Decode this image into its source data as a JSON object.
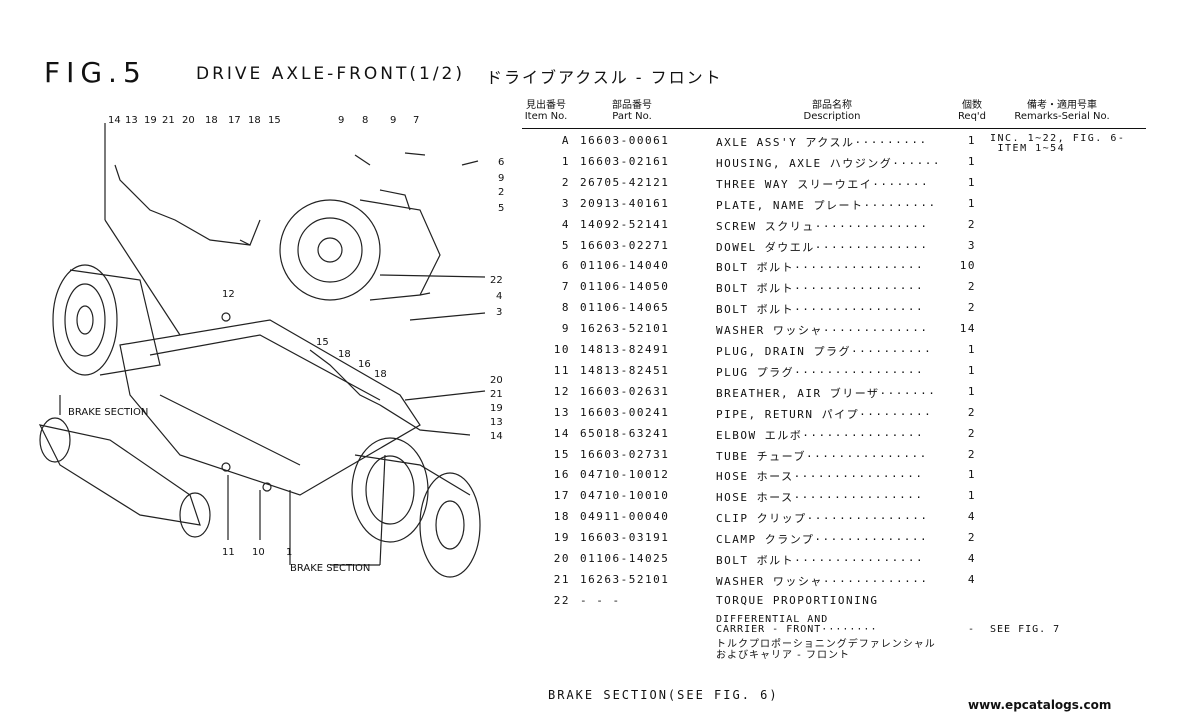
{
  "title": {
    "fig": "FIG.5",
    "main": "DRIVE AXLE-FRONT(1/2)",
    "jp": "ドライブアクスル - フロント"
  },
  "table_header": {
    "item_jp": "見出番号",
    "item_en": "Item No.",
    "part_jp": "部品番号",
    "part_en": "Part No.",
    "desc_jp": "部品名称",
    "desc_en": "Description",
    "qty_jp": "個数",
    "qty_en": "Req'd",
    "rem_jp": "備考・適用号車",
    "rem_en": "Remarks-Serial No."
  },
  "rows": [
    {
      "item": "A",
      "part": "16603-00061",
      "desc": "AXLE ASS'Y アクスル·········",
      "qty": "1",
      "rem": "INC. 1~22, FIG. 6-\n ITEM 1~54"
    },
    {
      "item": "1",
      "part": "16603-02161",
      "desc": "HOUSING, AXLE ハウジング······",
      "qty": "1",
      "rem": ""
    },
    {
      "item": "2",
      "part": "26705-42121",
      "desc": "THREE WAY スリーウエイ·······",
      "qty": "1",
      "rem": ""
    },
    {
      "item": "3",
      "part": "20913-40161",
      "desc": "PLATE, NAME プレート·········",
      "qty": "1",
      "rem": ""
    },
    {
      "item": "4",
      "part": "14092-52141",
      "desc": "SCREW スクリュ··············",
      "qty": "2",
      "rem": ""
    },
    {
      "item": "5",
      "part": "16603-02271",
      "desc": "DOWEL ダウエル··············",
      "qty": "3",
      "rem": ""
    },
    {
      "item": "6",
      "part": "01106-14040",
      "desc": "BOLT ボルト················",
      "qty": "10",
      "rem": ""
    },
    {
      "item": "7",
      "part": "01106-14050",
      "desc": "BOLT ボルト················",
      "qty": "2",
      "rem": ""
    },
    {
      "item": "8",
      "part": "01106-14065",
      "desc": "BOLT ボルト················",
      "qty": "2",
      "rem": ""
    },
    {
      "item": "9",
      "part": "16263-52101",
      "desc": "WASHER ワッシャ·············",
      "qty": "14",
      "rem": ""
    },
    {
      "item": "10",
      "part": "14813-82491",
      "desc": "PLUG, DRAIN プラグ··········",
      "qty": "1",
      "rem": ""
    },
    {
      "item": "11",
      "part": "14813-82451",
      "desc": "PLUG プラグ················",
      "qty": "1",
      "rem": ""
    },
    {
      "item": "12",
      "part": "16603-02631",
      "desc": "BREATHER, AIR ブリーザ·······",
      "qty": "1",
      "rem": ""
    },
    {
      "item": "13",
      "part": "16603-00241",
      "desc": "PIPE, RETURN パイプ·········",
      "qty": "2",
      "rem": ""
    },
    {
      "item": "14",
      "part": "65018-63241",
      "desc": "ELBOW エルボ···············",
      "qty": "2",
      "rem": ""
    },
    {
      "item": "15",
      "part": "16603-02731",
      "desc": "TUBE チューブ···············",
      "qty": "2",
      "rem": ""
    },
    {
      "item": "16",
      "part": "04710-10012",
      "desc": "HOSE ホース················",
      "qty": "1",
      "rem": ""
    },
    {
      "item": "17",
      "part": "04710-10010",
      "desc": "HOSE ホース················",
      "qty": "1",
      "rem": ""
    },
    {
      "item": "18",
      "part": "04911-00040",
      "desc": "CLIP クリップ···············",
      "qty": "4",
      "rem": ""
    },
    {
      "item": "19",
      "part": "16603-03191",
      "desc": "CLAMP クランプ··············",
      "qty": "2",
      "rem": ""
    },
    {
      "item": "20",
      "part": "01106-14025",
      "desc": "BOLT ボルト················",
      "qty": "4",
      "rem": ""
    },
    {
      "item": "21",
      "part": "16263-52101",
      "desc": "WASHER ワッシャ·············",
      "qty": "4",
      "rem": ""
    },
    {
      "item": "22",
      "part": "- - -",
      "desc": "TORQUE PROPORTIONING",
      "qty": "",
      "rem": ""
    }
  ],
  "row22_sub": {
    "line1": "DIFFERENTIAL AND",
    "line2": "CARRIER - FRONT········",
    "qty": "-",
    "rem": "SEE FIG. 7",
    "jp1": "トルクプロポーショニングデファレンシャル",
    "jp2": "およびキャリア - フロント"
  },
  "drawing_labels": {
    "top_left": [
      "14",
      "13",
      "19",
      "21",
      "20",
      "18",
      "17",
      "18",
      "15"
    ],
    "top_mid": [
      "9",
      "8",
      "9",
      "7"
    ],
    "right": [
      "6",
      "9",
      "2",
      "5",
      "22",
      "4",
      "3"
    ],
    "lower_right": [
      "20",
      "21",
      "19",
      "13",
      "14"
    ],
    "mid": [
      "12",
      "15",
      "18",
      "16",
      "18"
    ],
    "bottom": [
      "11",
      "10",
      "1"
    ],
    "brake_left": "BRAKE SECTION",
    "brake_bottom": "BRAKE SECTION"
  },
  "footer": {
    "brake_note": "BRAKE SECTION(SEE FIG. 6)",
    "url": "www.epcatalogs.com"
  }
}
